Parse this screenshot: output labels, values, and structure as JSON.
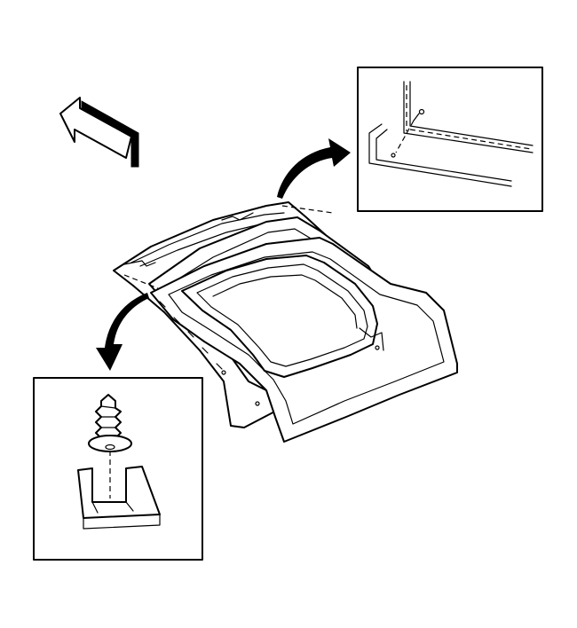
{
  "diagram": {
    "type": "technical-illustration",
    "subject": "liftgate-window-panel-exploded",
    "colors": {
      "line": "#000000",
      "background": "#ffffff"
    },
    "callouts": [
      {
        "id": "top-right",
        "shows": "trim-edge-with-pin-fastener"
      },
      {
        "id": "bottom-left",
        "shows": "push-pin-retainer-into-clip"
      }
    ],
    "icons": [
      "direction-arrow-icon",
      "curved-callout-arrow-icon",
      "screw-retainer-icon",
      "u-clip-icon"
    ]
  }
}
